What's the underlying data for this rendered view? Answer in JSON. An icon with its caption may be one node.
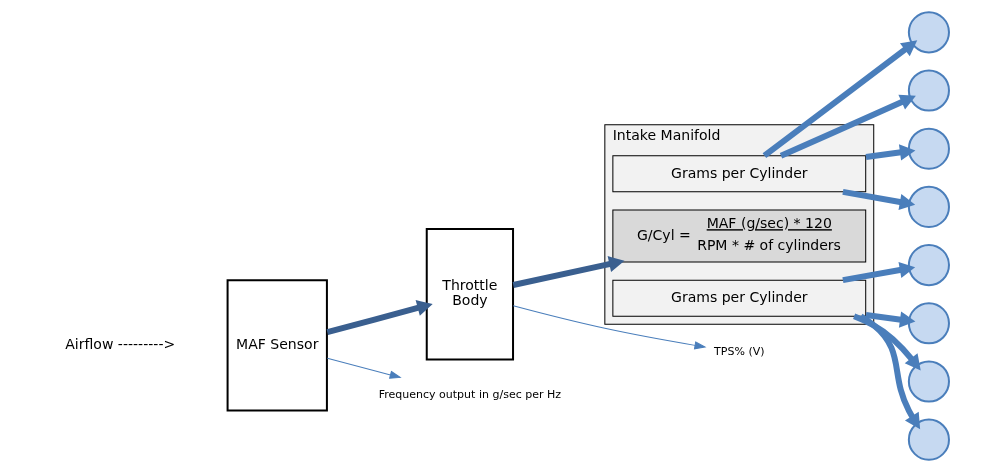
{
  "diagram": {
    "nodes": [
      {
        "text": [
          "MAF Sensor"
        ]
      },
      {
        "text": [
          "Throttle",
          "Body"
        ]
      },
      {
        "text": [
          "Intake Manifold"
        ]
      },
      {
        "text": [
          "Grams per Cylinder"
        ],
        "in": 2
      },
      {
        "text": [
          "G/Cyl =",
          "MAF (g/sec) * 120",
          "RPM * # of cylinders"
        ],
        "in": 2
      },
      {
        "text": [
          "Grams per Cylinder"
        ],
        "in": 2
      },
      {
        "text": [],
        "shape": "circle"
      },
      {
        "text": [],
        "shape": "circle"
      },
      {
        "text": [],
        "shape": "circle"
      },
      {
        "text": [],
        "shape": "circle"
      },
      {
        "text": [],
        "shape": "circle"
      },
      {
        "text": [],
        "shape": "circle"
      },
      {
        "text": [],
        "shape": "circle"
      },
      {
        "text": [],
        "shape": "circle"
      },
      {
        "text": [
          "Frequency output in g/sec per Hz"
        ]
      },
      {
        "text": [
          "TPS% (V)"
        ]
      }
    ],
    "edges": [
      {
        "from": 0,
        "to": 1,
        "arrow": "to",
        "color": "#3a5f8f"
      },
      {
        "from": 1,
        "to": 4,
        "arrow": "to",
        "color": "#3a5f8f"
      },
      {
        "from": 3,
        "to": 6,
        "arrow": "to"
      },
      {
        "from": 3,
        "to": 7,
        "arrow": "to"
      },
      {
        "from": 3,
        "to": 8,
        "arrow": "to"
      },
      {
        "from": 3,
        "to": 9,
        "arrow": "to"
      },
      {
        "from": 5,
        "to": 10,
        "arrow": "to"
      },
      {
        "from": 5,
        "to": 11,
        "arrow": "to"
      },
      {
        "from": 5,
        "to": 12,
        "arrow": "to"
      },
      {
        "from": 5,
        "to": 13,
        "arrow": "to"
      },
      {
        "from": 0,
        "to": 14,
        "arrow": "to"
      },
      {
        "from": 1,
        "to": 15,
        "arrow": "to"
      }
    ],
    "labels": [
      "Airflow --------->"
    ]
  }
}
